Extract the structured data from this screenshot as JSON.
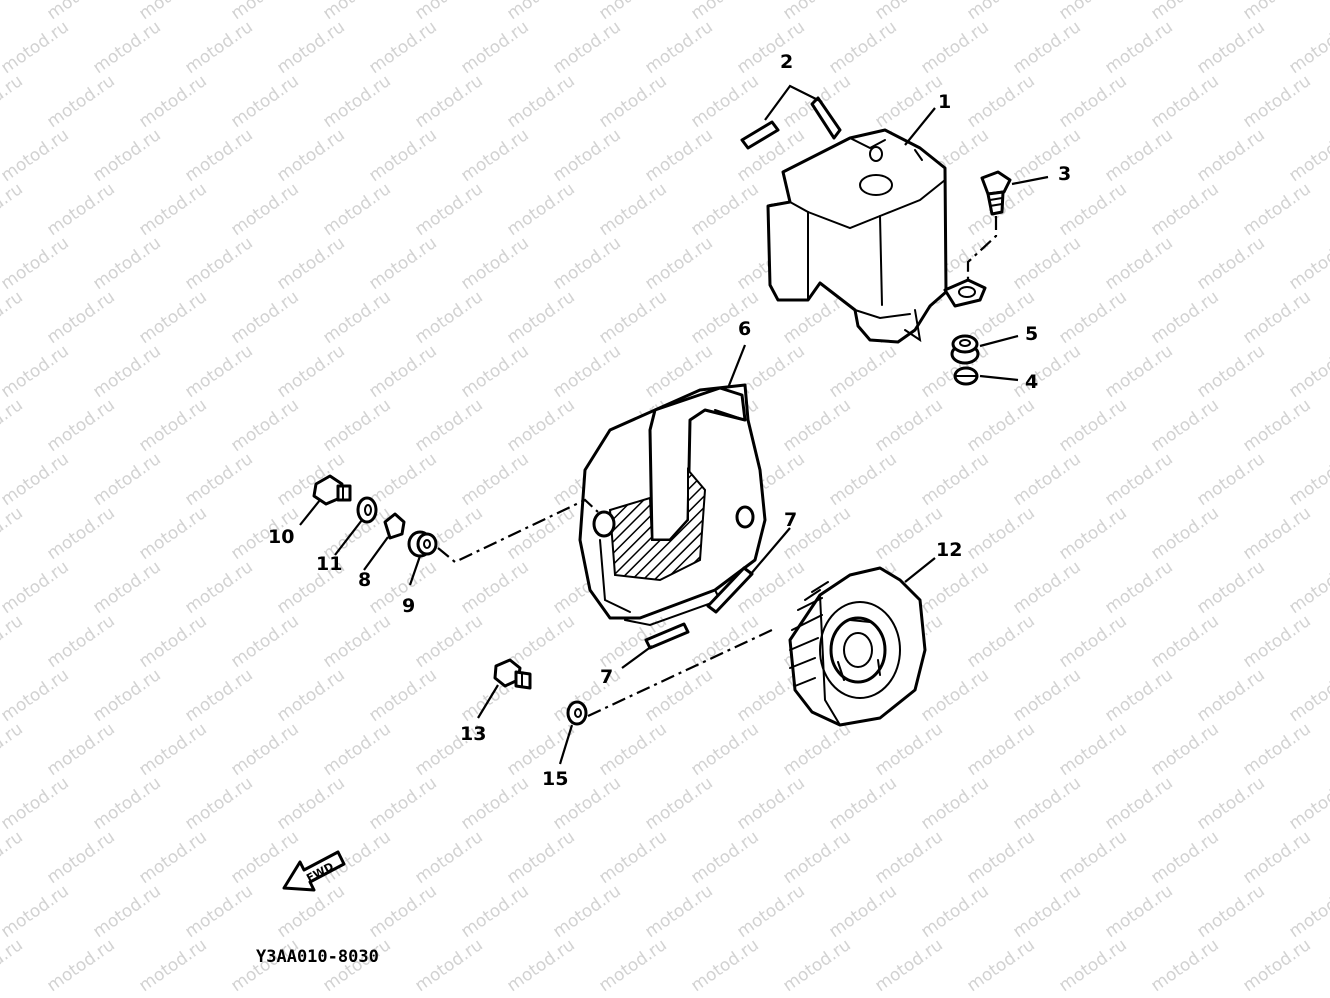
{
  "watermark": "motod.ru",
  "diagram_code": "Y3AA010-8030",
  "fwd_label": "FWD",
  "callouts": {
    "c1": "1",
    "c2": "2",
    "c3": "3",
    "c4": "4",
    "c5": "5",
    "c6": "6",
    "c7a": "7",
    "c7b": "7",
    "c8": "8",
    "c9": "9",
    "c10": "10",
    "c11": "11",
    "c12": "12",
    "c13": "13",
    "c15": "15"
  }
}
